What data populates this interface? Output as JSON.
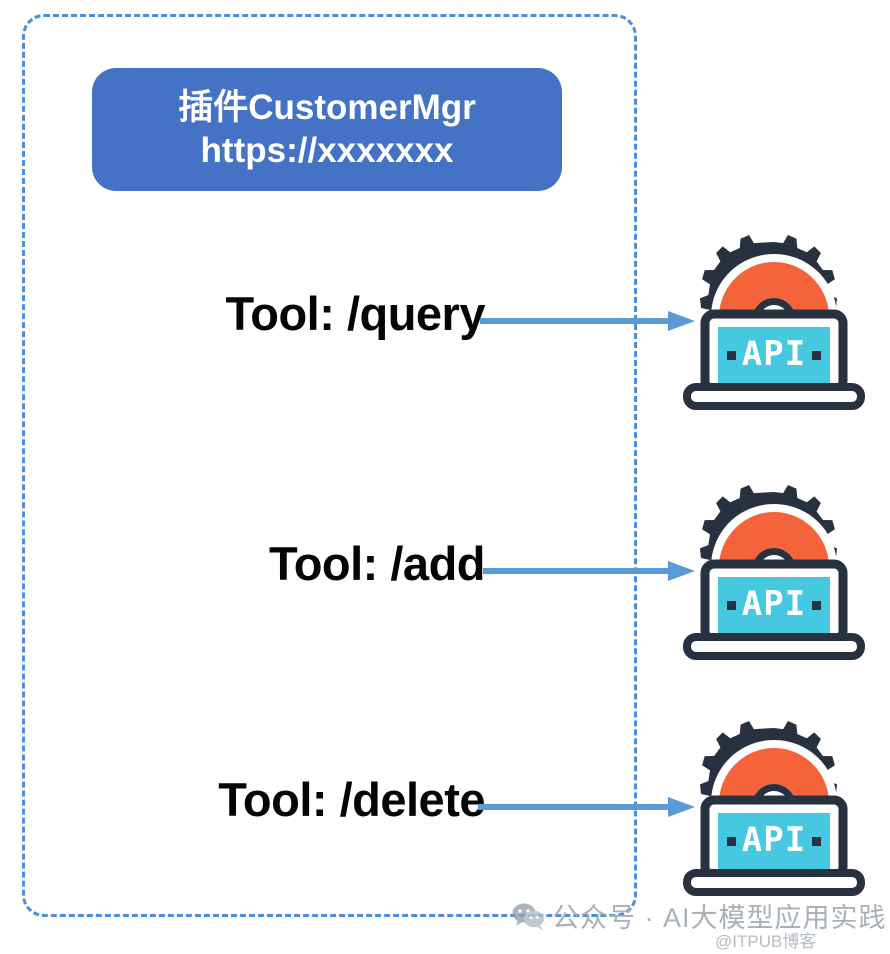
{
  "diagram": {
    "title": "Plugin tool routing diagram",
    "boundary": {
      "name": "plugin-boundary",
      "style": "dashed",
      "color": "#4a90d9"
    },
    "plugin_card": {
      "name": "插件CustomerMgr",
      "url": "https://xxxxxxx",
      "background": "#4472c4",
      "text_color": "#ffffff"
    },
    "tools": [
      {
        "label": "Tool: /query",
        "arrow_label": "",
        "endpoint_icon": "api-laptop-icon",
        "endpoint_text": "API"
      },
      {
        "label": "Tool: /add",
        "arrow_label": "",
        "endpoint_icon": "api-laptop-icon",
        "endpoint_text": "API"
      },
      {
        "label": "Tool: /delete",
        "arrow_label": "",
        "endpoint_icon": "api-laptop-icon",
        "endpoint_text": "API"
      }
    ],
    "colors": {
      "card_blue": "#4472c4",
      "boundary_blue": "#4a90d9",
      "arrow_blue": "#5b9bd5",
      "icon_navy": "#27313f",
      "icon_cyan": "#45c8e0",
      "icon_orange": "#f4633a",
      "label_black": "#050505"
    },
    "watermark": {
      "logo": "wechat-icon",
      "text": "公众号 · AI大模型应用实践",
      "sub": "@ITPUB博客"
    }
  }
}
